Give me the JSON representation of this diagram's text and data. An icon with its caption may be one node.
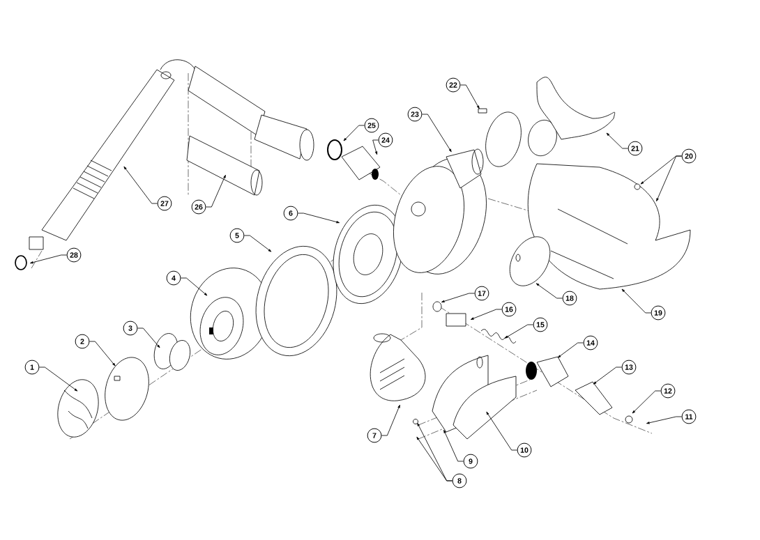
{
  "diagram": {
    "nodes": [
      {
        "text": [
          "1"
        ]
      },
      {
        "text": [
          "2"
        ]
      },
      {
        "text": [
          "3"
        ]
      },
      {
        "text": [
          "4"
        ]
      },
      {
        "text": [
          "5"
        ]
      },
      {
        "text": [
          "6"
        ]
      },
      {
        "text": [
          "7"
        ]
      },
      {
        "text": [
          "8"
        ]
      },
      {
        "text": [
          "9"
        ]
      },
      {
        "text": [
          "10"
        ]
      },
      {
        "text": [
          "11"
        ]
      },
      {
        "text": [
          "12"
        ]
      },
      {
        "text": [
          "13"
        ]
      },
      {
        "text": [
          "14"
        ]
      },
      {
        "text": [
          "15"
        ]
      },
      {
        "text": [
          "16"
        ]
      },
      {
        "text": [
          "17"
        ]
      },
      {
        "text": [
          "18"
        ]
      },
      {
        "text": [
          "19"
        ]
      },
      {
        "text": [
          "20"
        ]
      },
      {
        "text": [
          "21"
        ]
      },
      {
        "text": [
          "22"
        ]
      },
      {
        "text": [
          "23"
        ]
      },
      {
        "text": [
          "24"
        ]
      },
      {
        "text": [
          "25"
        ]
      },
      {
        "text": [
          "26"
        ]
      },
      {
        "text": [
          "27"
        ]
      },
      {
        "text": [
          "28"
        ]
      }
    ],
    "edges": [
      {
        "from": 0,
        "to": null,
        "arrow": "to"
      },
      {
        "from": 1,
        "to": null,
        "arrow": "to"
      },
      {
        "from": 2,
        "to": null,
        "arrow": "to"
      },
      {
        "from": 3,
        "to": null,
        "arrow": "to"
      },
      {
        "from": 4,
        "to": null,
        "arrow": "to"
      },
      {
        "from": 5,
        "to": null,
        "arrow": "to"
      },
      {
        "from": 6,
        "to": null,
        "arrow": "to"
      },
      {
        "from": 7,
        "to": null,
        "arrow": "to"
      },
      {
        "from": 7,
        "to": null,
        "arrow": "to"
      },
      {
        "from": 8,
        "to": null,
        "arrow": "to"
      },
      {
        "from": 9,
        "to": null,
        "arrow": "to"
      },
      {
        "from": 10,
        "to": null,
        "arrow": "to"
      },
      {
        "from": 11,
        "to": null,
        "arrow": "to"
      },
      {
        "from": 12,
        "to": null,
        "arrow": "to"
      },
      {
        "from": 13,
        "to": null,
        "arrow": "to"
      },
      {
        "from": 14,
        "to": null,
        "arrow": "to"
      },
      {
        "from": 15,
        "to": null,
        "arrow": "to"
      },
      {
        "from": 16,
        "to": null,
        "arrow": "to"
      },
      {
        "from": 17,
        "to": null,
        "arrow": "to"
      },
      {
        "from": 18,
        "to": null,
        "arrow": "to"
      },
      {
        "from": 19,
        "to": null,
        "arrow": "to"
      },
      {
        "from": 19,
        "to": null,
        "arrow": "to"
      },
      {
        "from": 20,
        "to": null,
        "arrow": "to"
      },
      {
        "from": 21,
        "to": null,
        "arrow": "to"
      },
      {
        "from": 22,
        "to": null,
        "arrow": "to"
      },
      {
        "from": 23,
        "to": null,
        "arrow": "to"
      },
      {
        "from": 24,
        "to": null,
        "arrow": "to"
      },
      {
        "from": 25,
        "to": null,
        "arrow": "to"
      },
      {
        "from": 26,
        "to": null,
        "arrow": "to"
      },
      {
        "from": 27,
        "to": null,
        "arrow": "to"
      }
    ]
  }
}
